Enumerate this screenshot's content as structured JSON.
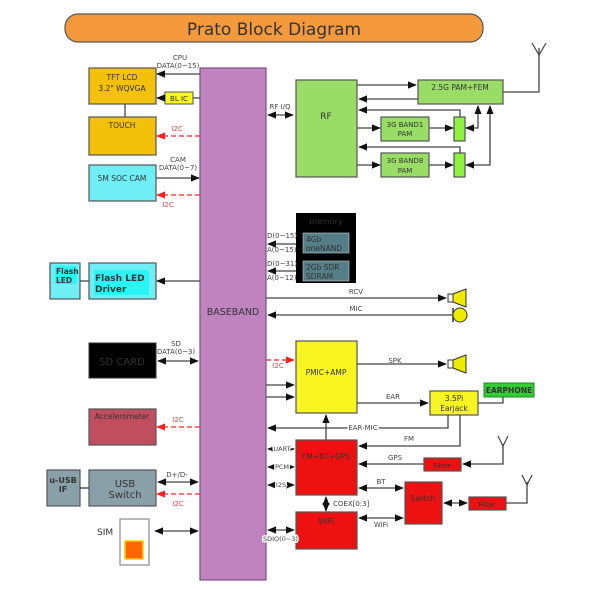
{
  "title": "Prato Block Diagram",
  "colors": {
    "title_bg": "#f5993d",
    "baseband": "#bf84c0",
    "rf_green": "#99dd66",
    "lcd_orange": "#f4c10a",
    "cam_cyan": "#70eef5",
    "yellow": "#f8f520",
    "red": "#ee1111",
    "accel": "#c04e5e",
    "usb_gray": "#8aa0a8",
    "earphone_green": "#33cc33",
    "i2c_red": "#ff2020"
  },
  "blocks": {
    "baseband": "BASEBAND",
    "tft_lcd_line1": "TFT LCD",
    "tft_lcd_line2": "3.2\" WQVGA",
    "bl_ic": "BL IC",
    "touch": "TOUCH",
    "cam": "5M SOC CAM",
    "flash_led_line1": "Flash",
    "flash_led_line2": "LED",
    "flash_driver_line1": "Flash  LED",
    "flash_driver_line2": "Driver",
    "sd_card": "SD  CARD",
    "accelerometer": "Accelerometer",
    "usb_if_line1": "u-USB",
    "usb_if_line2": "IF",
    "usb_switch_line1": "USB",
    "usb_switch_line2": "Switch",
    "sim": "SIM",
    "rf": "RF",
    "pam_fem": "2.5G PAM+FEM",
    "band1_line1": "3G BAND1",
    "band1_line2": "PAM",
    "band8_line1": "3G BAND8",
    "band8_line2": "PAM",
    "memory": "memory",
    "onenand_line1": "4Gb",
    "onenand_line2": "oneNAND",
    "sdram_line1": "2Gb  SDR",
    "sdram_line2": "SDRAM",
    "pmic": "PMIC+AMP",
    "earjack_line1": "3.5Pi",
    "earjack_line2": "Earjack",
    "earphone": "EARPHONE",
    "fm_bt_gps": "FM+BT+GPS",
    "wifi": "WiFi",
    "switch": "Switch",
    "filter_gps": "Filter",
    "filter_bt": "Filter"
  },
  "signals": {
    "cpu": "CPU",
    "cpu_data": "DATA(0~15)",
    "i2c": "I2C",
    "cam": "CAM",
    "cam_data": "DATA(0~7)",
    "rf_iq": "RF I/Q",
    "d015": "D(0~15)",
    "a015": "A(0~15)",
    "d031": "D(0~31)",
    "a012": "A(0~12)",
    "rcv": "RCV",
    "mic": "MIC",
    "sd": "SD",
    "sd_data": "DATA(0~3)",
    "spk": "SPK",
    "ear": "EAR",
    "ear_mic": "EAR MIC",
    "fm": "FM",
    "gps": "GPS",
    "bt": "BT",
    "uart": "UART",
    "pcm": "PCM",
    "i2s": "I2S",
    "coex": "COEX[0:3]",
    "wifi": "WiFi",
    "sdio": "SDIO(0~3)",
    "usb": "D+/D-"
  }
}
